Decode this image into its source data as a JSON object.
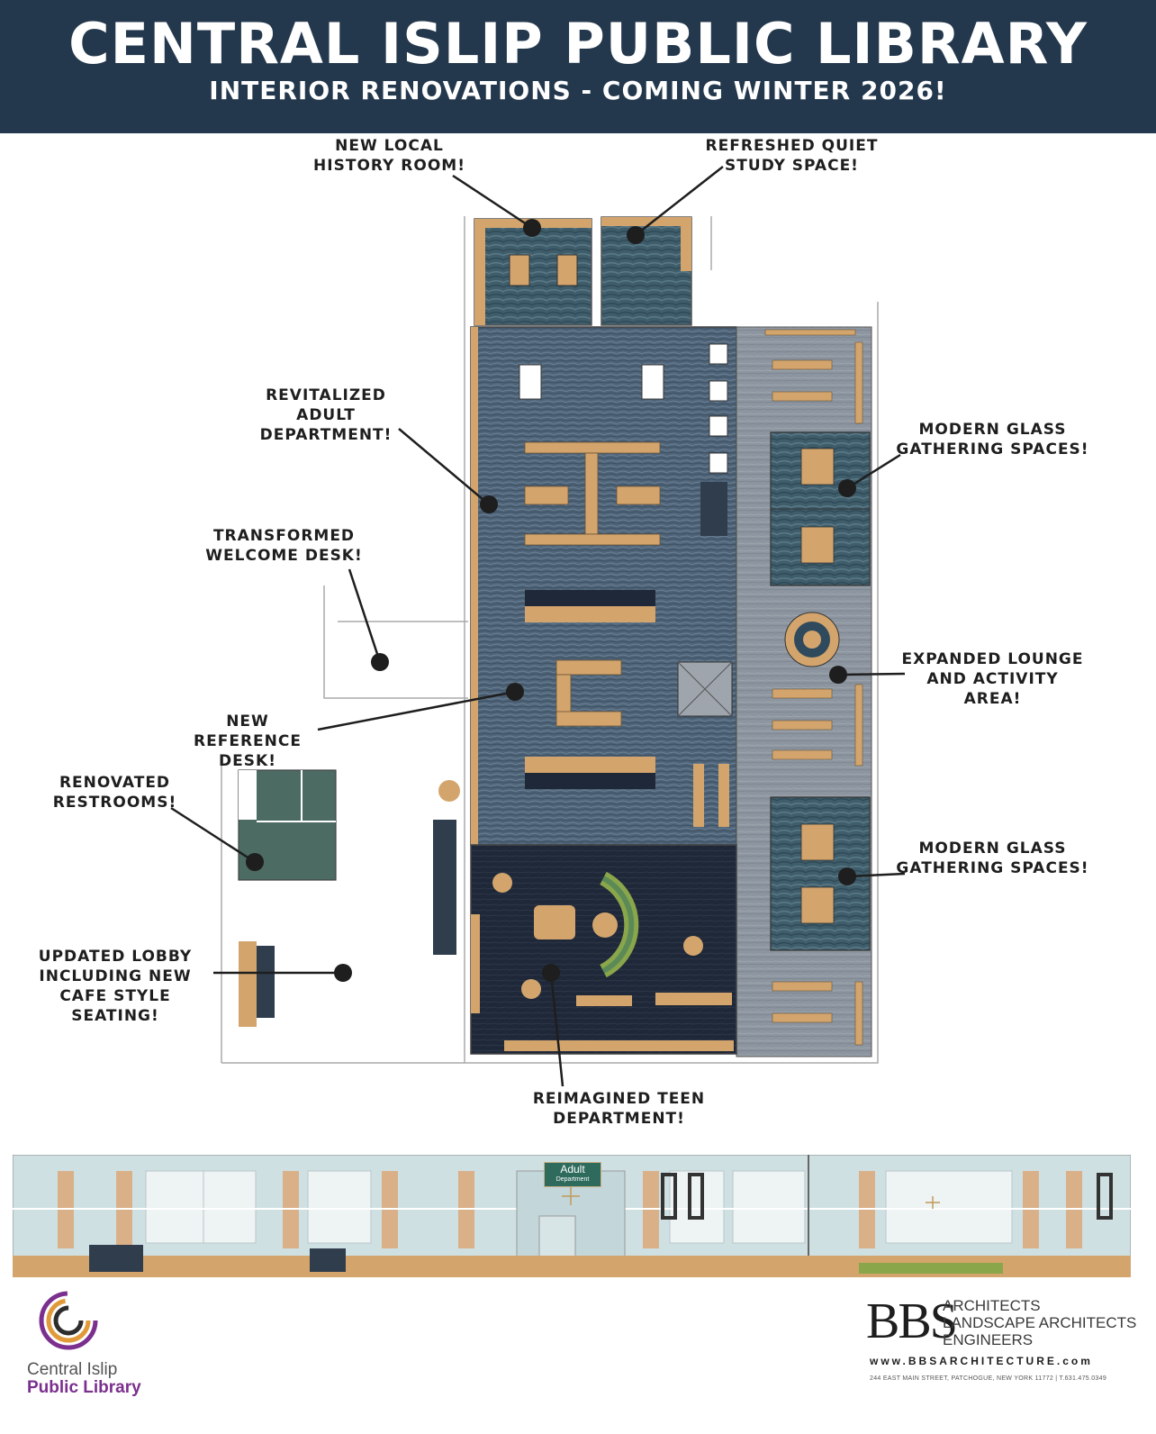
{
  "header": {
    "title": "CENTRAL ISLIP PUBLIC LIBRARY",
    "subtitle": "INTERIOR RENOVATIONS - COMING WINTER 2026!"
  },
  "callouts": {
    "local_history": [
      "NEW LOCAL",
      "HISTORY ROOM!"
    ],
    "quiet_study": [
      "REFRESHED QUIET",
      "STUDY SPACE!"
    ],
    "adult_dept": [
      "REVITALIZED ADULT",
      "DEPARTMENT!"
    ],
    "glass_spaces_1": [
      "MODERN GLASS",
      "GATHERING SPACES!"
    ],
    "welcome_desk": [
      "TRANSFORMED",
      "WELCOME DESK!"
    ],
    "lounge": [
      "EXPANDED LOUNGE",
      "AND ACTIVITY AREA!"
    ],
    "reference_desk": [
      "NEW REFERENCE",
      "DESK!"
    ],
    "restrooms": [
      "RENOVATED",
      "RESTROOMS!"
    ],
    "glass_spaces_2": [
      "MODERN GLASS",
      "GATHERING SPACES!"
    ],
    "lobby": [
      "UPDATED LOBBY",
      "INCLUDING NEW",
      "CAFE STYLE SEATING!"
    ],
    "teen_dept": [
      "REIMAGINED TEEN",
      "DEPARTMENT!"
    ]
  },
  "elevation": {
    "sign_main": "Adult",
    "sign_sub": "Department"
  },
  "footer": {
    "library_logo_line1": "Central Islip",
    "library_logo_line2": "Public Library",
    "bbs_mark": "BBS",
    "bbs_lines": [
      "ARCHITECTS",
      "LANDSCAPE ARCHITECTS",
      "ENGINEERS"
    ],
    "bbs_url": "www.BBSARCHITECTURE.com",
    "bbs_address": "244 EAST MAIN STREET, PATCHOGUE, NEW YORK 11772  |  T.631.475.0349"
  },
  "colors": {
    "header_bg": "#24384d",
    "carpet_blue": "#4f6478",
    "teen_carpet": "#1f2838",
    "corridor_gray": "#8d96a0",
    "glass_room": "#3f5d6b",
    "restroom_green": "#4c6b62",
    "wood": "#d3a56d",
    "library_purple": "#7b2f8e"
  }
}
